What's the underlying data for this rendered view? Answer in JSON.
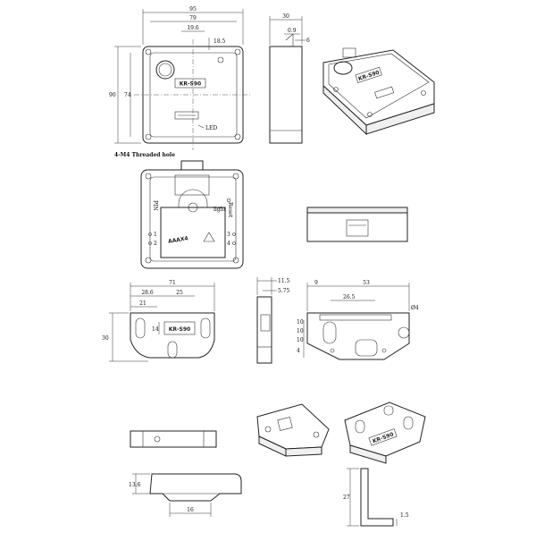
{
  "top_view": {
    "width_outer": "95",
    "width_inner": "79",
    "offset_a": "19.6",
    "offset_b": "18.5",
    "height_outer": "90",
    "height_inner": "74",
    "logo": "KR-S90",
    "led_label": "LED",
    "hole_note": "4-M4 Threaded hole"
  },
  "side_view": {
    "depth": "30",
    "lip": "0.9",
    "angle": "6"
  },
  "back_view": {
    "pin_label": "PIN",
    "light_label": "light",
    "reset_label": "Reset",
    "battery_label": "AAAX4",
    "dip_left": [
      "1",
      "2"
    ],
    "dip_right": [
      "3",
      "4"
    ]
  },
  "strike_view": {
    "width_total": "71",
    "width_a": "28.6",
    "width_b": "25",
    "offset": "21",
    "height": "30",
    "inner": "14",
    "logo": "KR-S90"
  },
  "strike_side": {
    "thick_a": "11.5",
    "thick_b": "5.75"
  },
  "bracket_view": {
    "width_total": "53",
    "offset": "9",
    "span": "26.5",
    "hole_dia": "Ø4",
    "pitches": [
      "10",
      "10",
      "10"
    ],
    "small": "4"
  },
  "strike_bottom": {
    "height": "13.6",
    "width": "16"
  },
  "bracket_side": {
    "height": "27",
    "thickness": "1.5"
  },
  "isometric_logo": "KR-S90"
}
